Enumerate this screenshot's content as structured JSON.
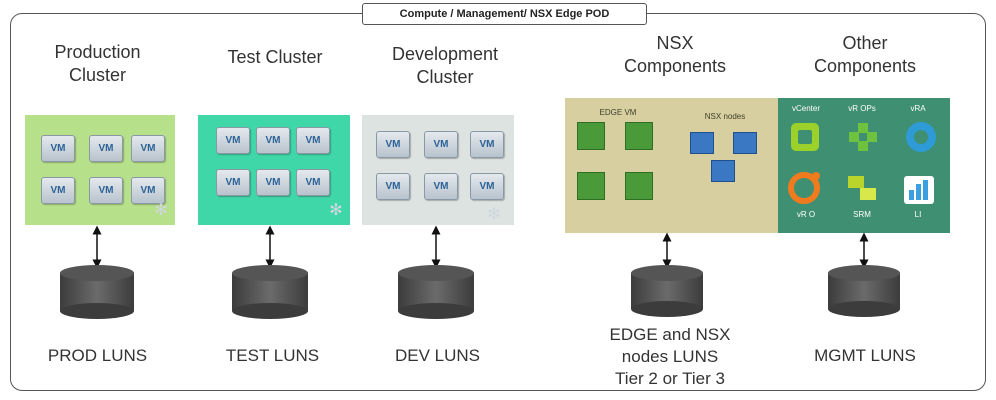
{
  "frame": {
    "title": "Compute / Management/ NSX Edge POD"
  },
  "clusters": [
    {
      "heading": "Production\nCluster",
      "lun": "PROD LUNS",
      "vm": "VM",
      "color": "#b6e08a"
    },
    {
      "heading": "Test Cluster",
      "lun": "TEST LUNS",
      "vm": "VM",
      "color": "#3fd6a8"
    },
    {
      "heading": "Development\nCluster",
      "lun": "DEV LUNS",
      "vm": "VM",
      "color": "#dde3e0"
    }
  ],
  "nsx": {
    "heading": "NSX\nComponents",
    "edge_label": "EDGE VM",
    "nodes_label": "NSX nodes",
    "lun": "EDGE and NSX\nnodes LUNS\nTier 2 or Tier 3",
    "color": "#d8cfa0"
  },
  "other": {
    "heading": "Other\nComponents",
    "lun": "MGMT LUNS",
    "color": "#3f8f73",
    "products": [
      {
        "name": "vCenter",
        "icon": "vcenter-icon",
        "color": "#9bd12a"
      },
      {
        "name": "vR OPs",
        "icon": "vrops-icon",
        "color": "#6fc23d"
      },
      {
        "name": "vRA",
        "icon": "vra-icon",
        "color": "#2f9bd6"
      },
      {
        "name": "vR O",
        "icon": "vro-icon",
        "color": "#f07b1e"
      },
      {
        "name": "SRM",
        "icon": "srm-icon",
        "color": "#b9d42a"
      },
      {
        "name": "LI",
        "icon": "log-insight-icon",
        "color": "#3aa0e0"
      }
    ]
  }
}
